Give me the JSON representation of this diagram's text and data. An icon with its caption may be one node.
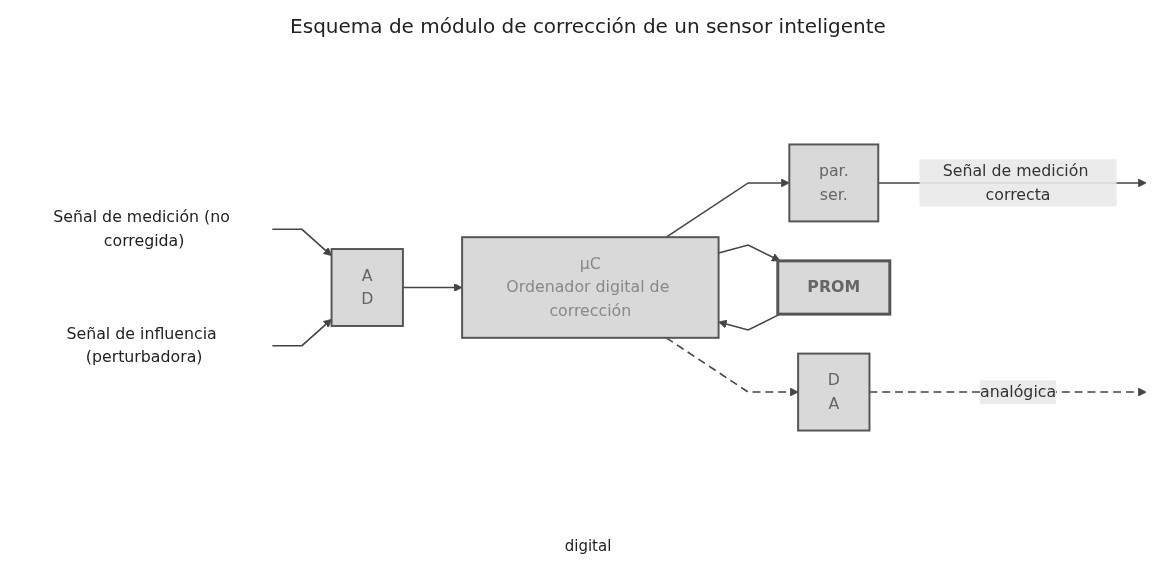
{
  "diagram": {
    "title": "Esquema de módulo de corrección de un sensor inteligente",
    "nodes": [
      {
        "text": [
          "Señal de medición (no corregida)"
        ]
      },
      {
        "text": [
          "Señal de influencia (perturbadora)"
        ]
      },
      {
        "text": [
          "A",
          "D"
        ]
      },
      {
        "text": [
          "µC",
          "Ordenador digital de corrección"
        ]
      },
      {
        "text": [
          "par.",
          "ser."
        ]
      },
      {
        "text": [
          "PROM"
        ]
      },
      {
        "text": [
          "D",
          "A"
        ]
      }
    ],
    "edges": [
      {
        "from": 0,
        "to": 2,
        "arrow": "to"
      },
      {
        "from": 1,
        "to": 2,
        "arrow": "to"
      },
      {
        "from": 2,
        "to": 3,
        "arrow": "to"
      },
      {
        "from": 3,
        "to": 4,
        "arrow": "to"
      },
      {
        "from": 4,
        "to": null,
        "arrow": "to",
        "label": "Señal de medición correcta"
      },
      {
        "from": 3,
        "to": 6,
        "arrow": "to",
        "style": "dashed"
      },
      {
        "from": 6,
        "to": null,
        "arrow": "to",
        "style": "dashed",
        "label": "analógica"
      },
      {
        "from": 5,
        "to": 3,
        "arrow": "to"
      },
      {
        "from": 3,
        "to": 5,
        "arrow": "to"
      }
    ],
    "labels": [
      "digital"
    ]
  }
}
